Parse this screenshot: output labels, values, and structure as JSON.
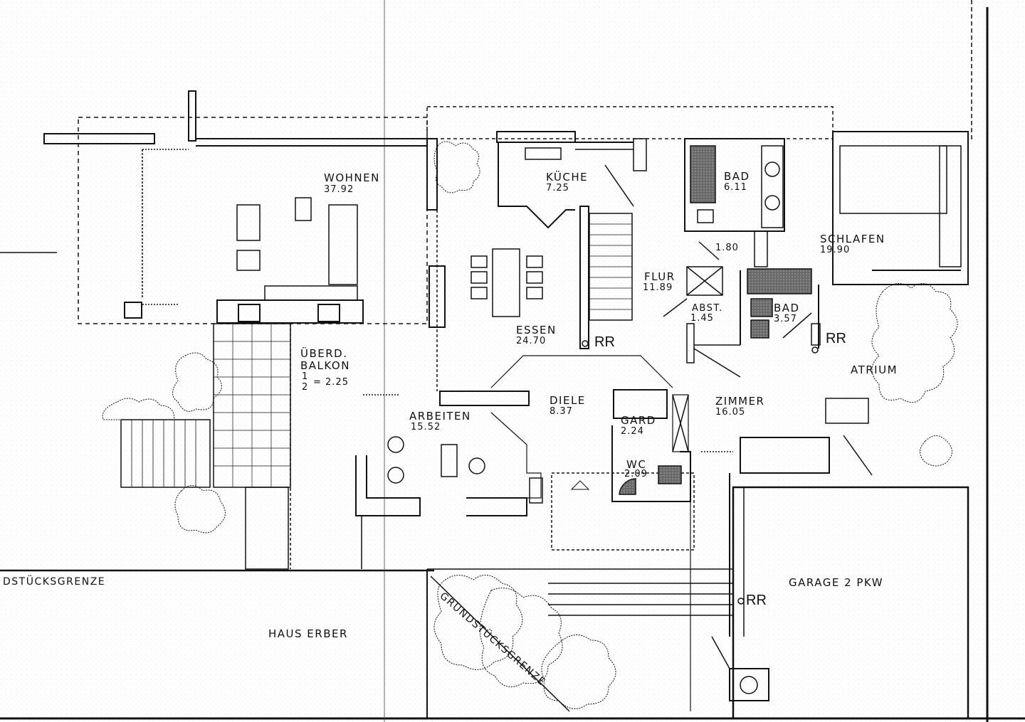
{
  "drawing": {
    "type": "architectural floor plan",
    "stroke_color": "#111111",
    "paper_color": "#ffffff",
    "fill_dark": "#555555"
  },
  "rooms": {
    "wohnen": {
      "name": "WOHNEN",
      "area": "37.92"
    },
    "kueche": {
      "name": "KÜCHE",
      "area": "7.25"
    },
    "bad1": {
      "name": "BAD",
      "area": "6.11"
    },
    "schlafen": {
      "name": "SCHLAFEN",
      "area": "19.90"
    },
    "flur": {
      "name": "FLUR",
      "area": "11.89"
    },
    "flur_sub": {
      "name": "",
      "area": "1.80"
    },
    "abst": {
      "name": "ABST.",
      "area": "1.45"
    },
    "bad2": {
      "name": "BAD",
      "area": "3.57"
    },
    "essen": {
      "name": "ESSEN",
      "area": "24.70"
    },
    "balkon": {
      "name_line1": "ÜBERD.",
      "name_line2": "BALKON",
      "fraction_num": "1",
      "fraction_den": "2",
      "area": "= 2.25"
    },
    "arbeiten": {
      "name": "ARBEITEN",
      "area": "15.52"
    },
    "diele": {
      "name": "DIELE",
      "area": "8.37"
    },
    "gard": {
      "name": "GARD",
      "area": "2.24"
    },
    "wc": {
      "name": "WC",
      "area": "2.09"
    },
    "zimmer": {
      "name": "ZIMMER",
      "area": "16.05"
    },
    "atrium": {
      "name": "ATRIUM"
    },
    "garage": {
      "name": "GARAGE  2 PKW"
    }
  },
  "annotations": {
    "rr_1": "RR",
    "rr_2": "RR",
    "rr_3": "RR",
    "boundary_left": "DSTÜCKSGRENZE",
    "boundary_diagonal": "GRUNDSTÜCKSGRENZE",
    "neighbor_house": "HAUS  ERBER"
  }
}
